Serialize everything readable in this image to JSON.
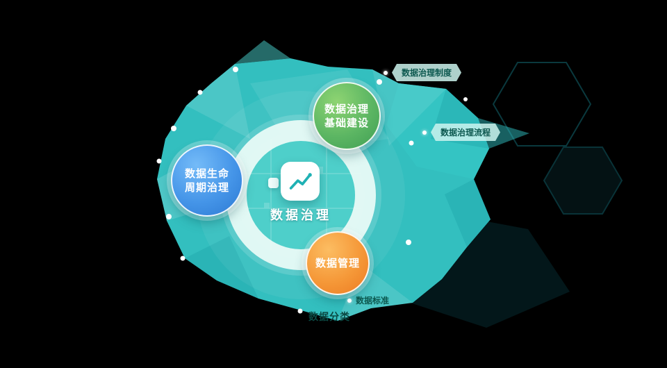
{
  "canvas": {
    "background_color": "#000000",
    "blob_color": "#35c5c5",
    "ring_color": "#e7faf6"
  },
  "center": {
    "label": "数据治理",
    "icon": "line-chart-icon",
    "icon_stroke": "#1fb1b4"
  },
  "badges": {
    "foundation": {
      "line1": "数据治理",
      "line2": "基础建设",
      "color_from": "#8ed472",
      "color_to": "#3f9e53"
    },
    "lifecycle": {
      "line1": "数据生命",
      "line2": "周期治理",
      "color_from": "#74bbf8",
      "color_to": "#2b78d2"
    },
    "management": {
      "line1": "数据管理",
      "color_from": "#fcbd62",
      "color_to": "#ec7b22"
    }
  },
  "satellites": {
    "s1": {
      "label": "数据治理制度"
    },
    "s2": {
      "label": "数据治理流程"
    },
    "s3": {
      "label": "数据标准"
    },
    "s4": {
      "label": "数据分类"
    }
  }
}
